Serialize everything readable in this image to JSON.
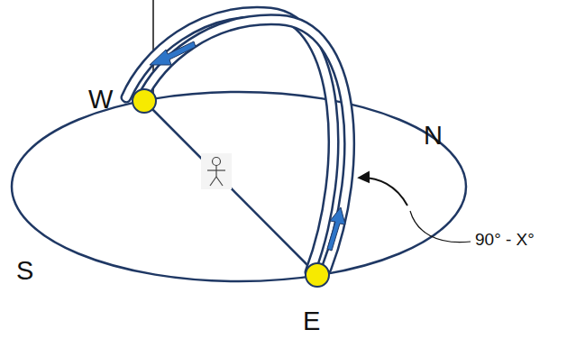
{
  "diagram": {
    "labels": [
      "W",
      "N",
      "S",
      "E",
      "90° - X°"
    ]
  }
}
